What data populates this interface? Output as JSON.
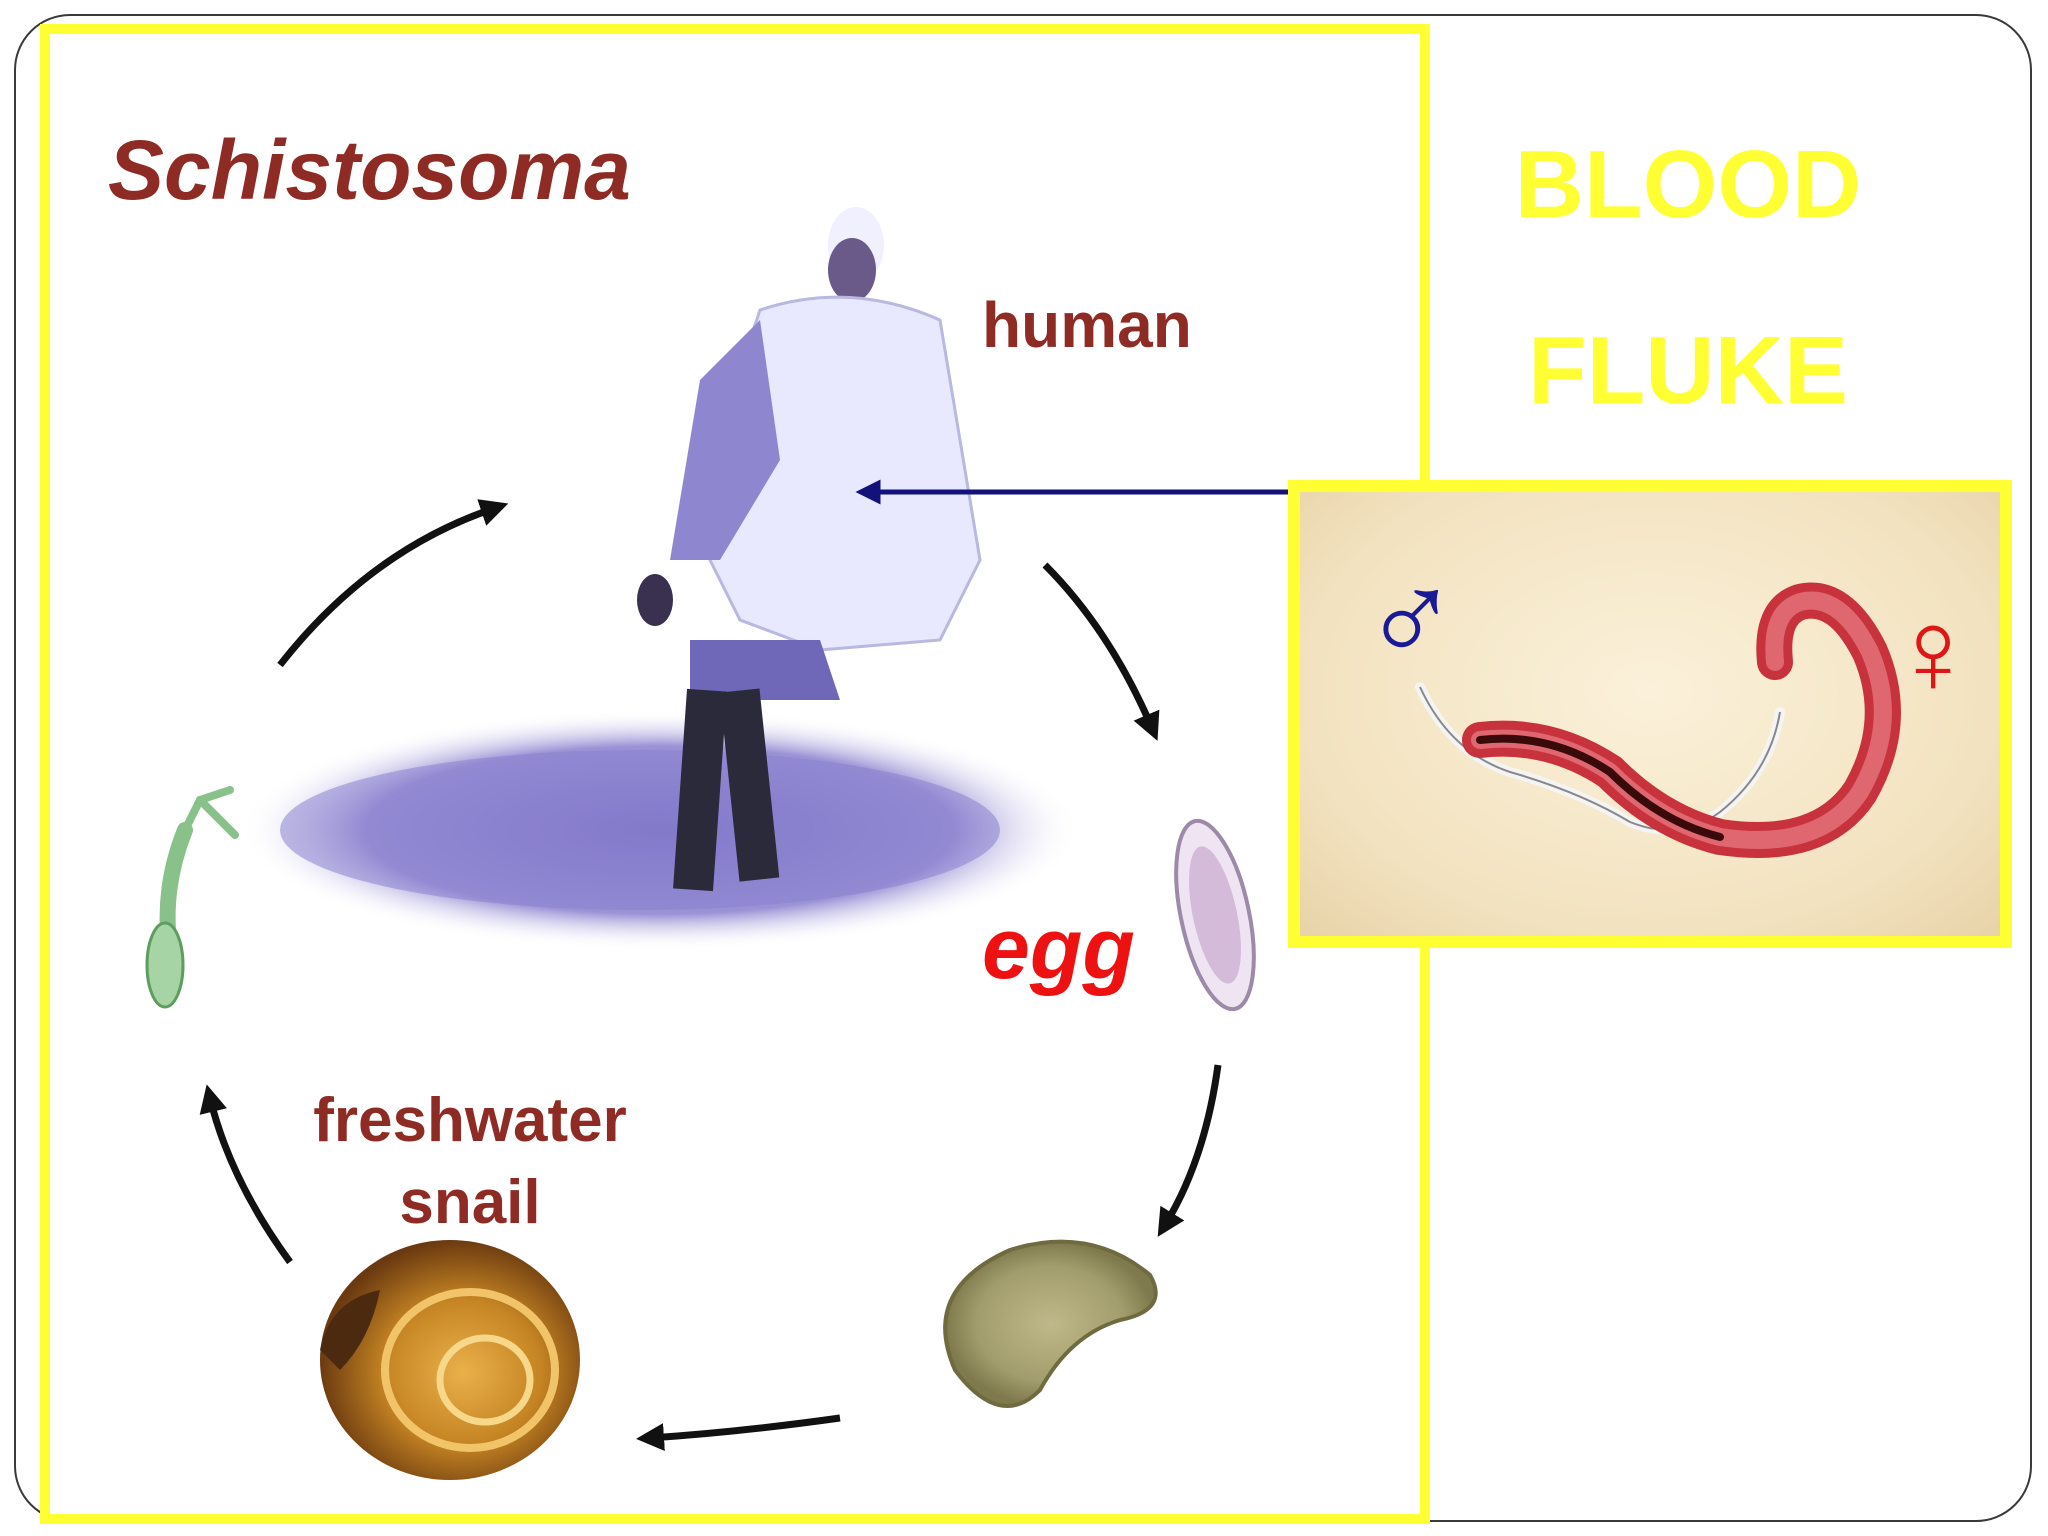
{
  "slide": {
    "title": "Schistosoma",
    "side_title": [
      "BLOOD",
      "FLUKE"
    ]
  },
  "life_cycle": {
    "stages": [
      {
        "id": "human",
        "label": "human"
      },
      {
        "id": "egg",
        "label": "egg"
      },
      {
        "id": "miracidium",
        "label": ""
      },
      {
        "id": "snail",
        "label": [
          "freshwater",
          "snail"
        ]
      },
      {
        "id": "cercaria",
        "label": ""
      }
    ]
  },
  "adult_worms": {
    "male_symbol": "♂",
    "female_symbol": "♀"
  },
  "colors": {
    "frame_yellow": "#ffff33",
    "label_brown": "#8e2b24",
    "egg_red": "#ee1111",
    "male_blue": "#1a1a99",
    "female_red": "#e01515",
    "pointer_arrow": "#12127a"
  }
}
